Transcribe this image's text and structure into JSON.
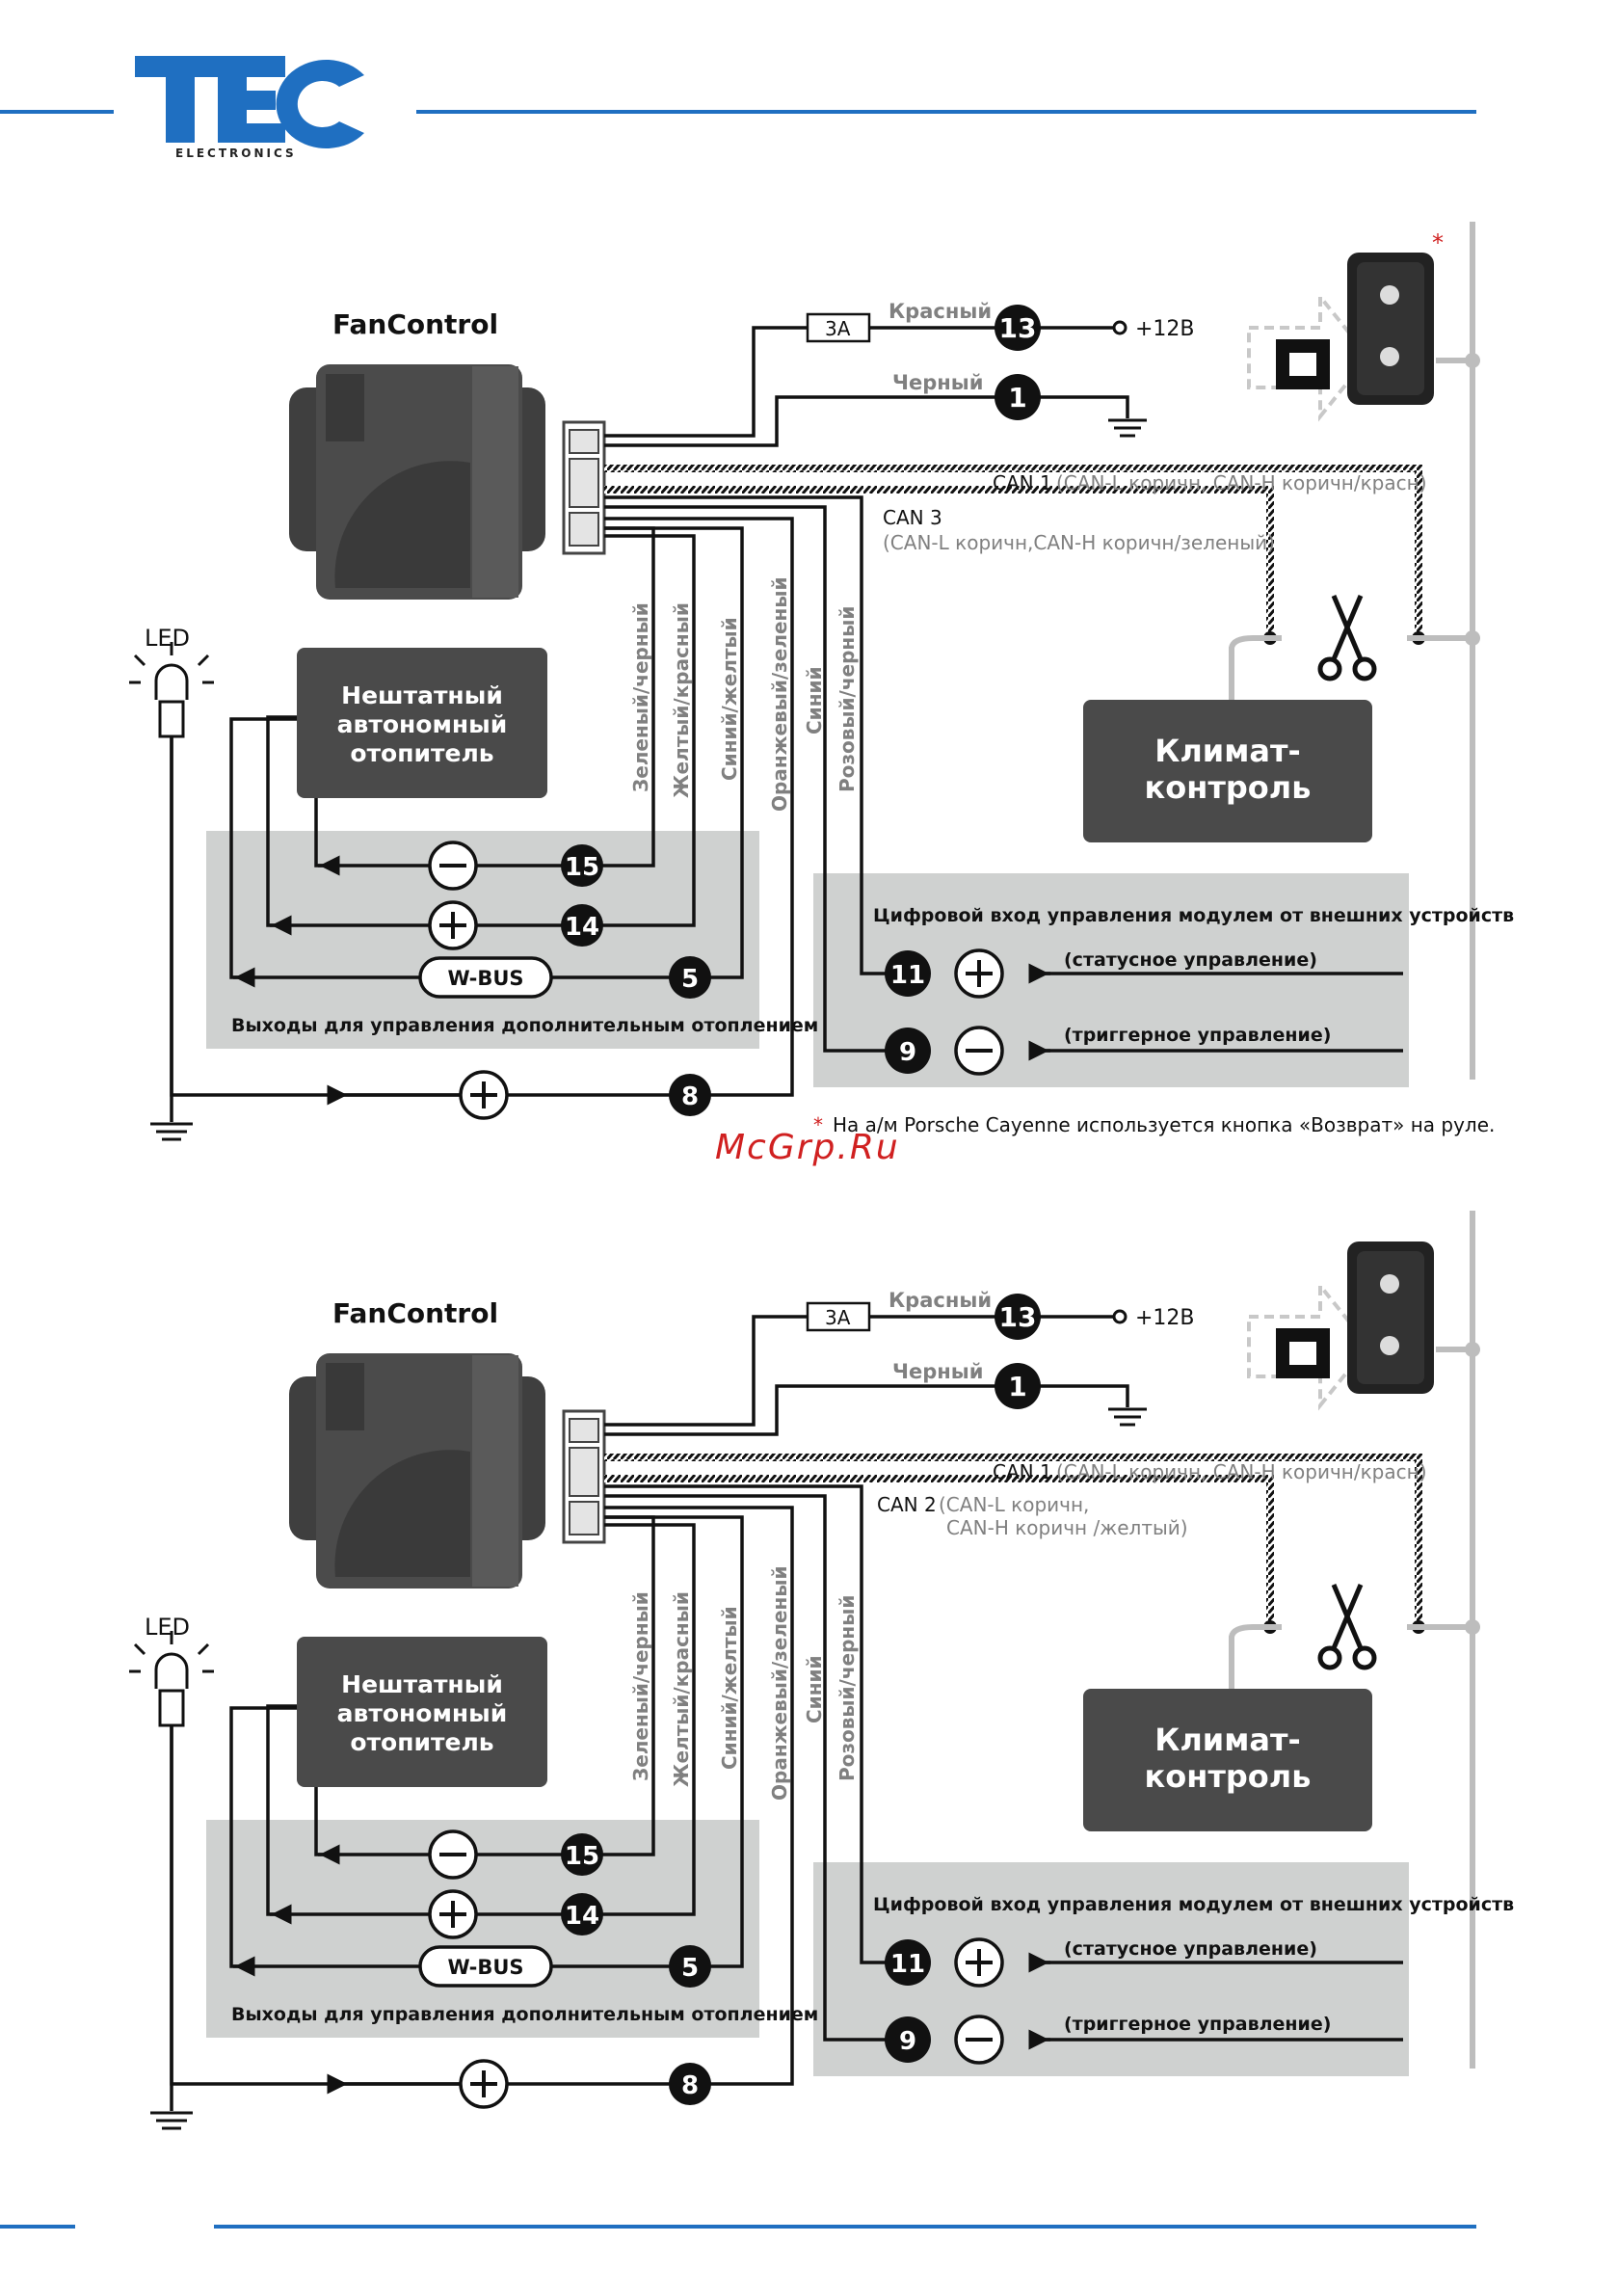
{
  "logo": {
    "brand": "TEC",
    "subtitle": "ELECTRONICS"
  },
  "colors": {
    "brand_blue": "#1f6fc1",
    "dark_box": "#4a4a4a",
    "panel_gray": "#cfd1d0",
    "wire": "#111111",
    "text_gray": "#808080",
    "accent_red": "#d02020"
  },
  "watermark": "McGrp.Ru",
  "diagrams": [
    {
      "module": "FanControl",
      "fuse": "3A",
      "red_wire": "Красный",
      "black_wire": "Черный",
      "plus12": "+12В",
      "pin_red": "13",
      "pin_black": "1",
      "can1_lbl": "CAN 1",
      "can1_detail": "(CAN-L коричн, CAN-H коричн/красн)",
      "can2_lbl": "CAN 3",
      "can2_detail1": "(CAN-L коричн,CAN-H коричн/зеленый)",
      "can2_detail2": "",
      "led": "LED",
      "heater": [
        "Нештатный",
        "автономный",
        "отопитель"
      ],
      "climate": [
        "Климат-",
        "контроль"
      ],
      "wire_colors": [
        "Зеленый/черный",
        "Желтый/красный",
        "Синий/желтый",
        "Оранжевый/зеленый",
        "Синий",
        "Розовый/черный"
      ],
      "pin15": "15",
      "pin14": "14",
      "pin5": "5",
      "pin8": "8",
      "pin11": "11",
      "pin9": "9",
      "wbus": "W-BUS",
      "outputs_caption": "Выходы для управления дополнительным отоплением",
      "digital_caption": "Цифровой вход управления модулем от внешних устройств",
      "status_ctrl": "(статусное управление)",
      "trigger_ctrl": "(триггерное управление)",
      "asterisk": "*",
      "footnote": "На а/м Porsche Cayenne используется кнопка «Возврат» на руле."
    },
    {
      "module": "FanControl",
      "fuse": "3A",
      "red_wire": "Красный",
      "black_wire": "Черный",
      "plus12": "+12В",
      "pin_red": "13",
      "pin_black": "1",
      "can1_lbl": "CAN 1",
      "can1_detail": "(CAN-L коричн, CAN-H коричн/красн)",
      "can2_lbl": "CAN 2",
      "can2_detail1": "(CAN-L коричн,",
      "can2_detail2": "CAN-H коричн /желтый)",
      "led": "LED",
      "heater": [
        "Нештатный",
        "автономный",
        "отопитель"
      ],
      "climate": [
        "Климат-",
        "контроль"
      ],
      "wire_colors": [
        "Зеленый/черный",
        "Желтый/красный",
        "Синий/желтый",
        "Оранжевый/зеленый",
        "Синий",
        "Розовый/черный"
      ],
      "pin15": "15",
      "pin14": "14",
      "pin5": "5",
      "pin8": "8",
      "pin11": "11",
      "pin9": "9",
      "wbus": "W-BUS",
      "outputs_caption": "Выходы для управления дополнительным отоплением",
      "digital_caption": "Цифровой вход управления модулем от внешних устройств",
      "status_ctrl": "(статусное управление)",
      "trigger_ctrl": "(триггерное управление)",
      "asterisk": "",
      "footnote": ""
    }
  ]
}
